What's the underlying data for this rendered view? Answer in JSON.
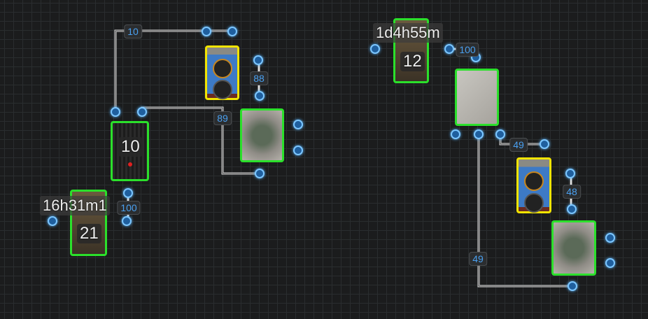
{
  "left_group": {
    "timer_value": "10",
    "battery_time": "16h31m1",
    "battery_value": "21",
    "wire_labels": [
      "10",
      "88",
      "89",
      "100"
    ]
  },
  "right_group": {
    "battery_time": "1d4h55m",
    "battery_value": "12",
    "wire_labels": [
      "100",
      "49",
      "48",
      "49"
    ]
  },
  "colors": {
    "selected_on": "#2be02b",
    "selected_warn": "#f2e400",
    "wire_text": "#4aa0f0"
  }
}
